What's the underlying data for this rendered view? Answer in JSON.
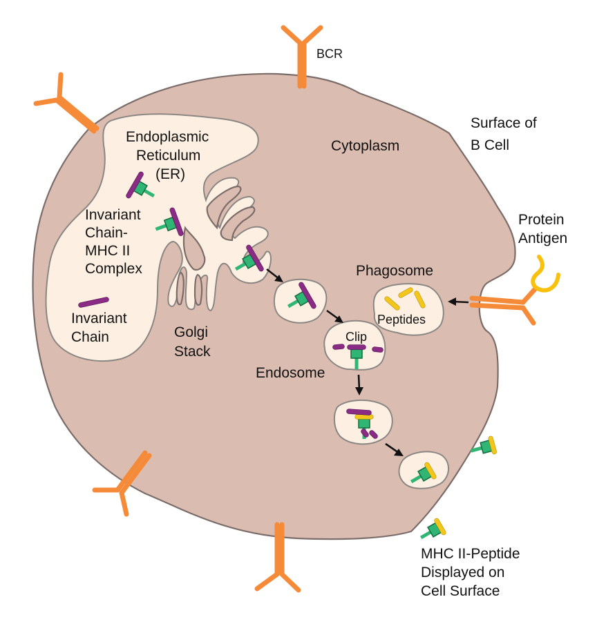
{
  "title": "MHC II antigen processing and presentation in a B cell",
  "labels": {
    "bcr": "BCR",
    "cytoplasm": "Cytoplasm",
    "surface_line1": "Surface of",
    "surface_line2": "B Cell",
    "er_line1": "Endoplasmic",
    "er_line2": "Reticulum",
    "er_line3": "(ER)",
    "complex_line1": "Invariant",
    "complex_line2": "Chain-",
    "complex_line3": "MHC II",
    "complex_line4": "Complex",
    "ichain_line1": "Invariant",
    "ichain_line2": "Chain",
    "golgi_line1": "Golgi",
    "golgi_line2": "Stack",
    "protein_line1": "Protein",
    "protein_line2": "Antigen",
    "phagosome": "Phagosome",
    "peptides": "Peptides",
    "clip": "Clip",
    "endosome": "Endosome",
    "display_line1": "MHC II-Peptide",
    "display_line2": "Displayed on",
    "display_line3": "Cell Surface"
  },
  "colors": {
    "cytoplasm": "#dbbcb0",
    "membrane": "#7a6c69",
    "organelle": "#fdf0e2",
    "bcr": "#f58a38",
    "invariant_chain": "#8a2b86",
    "mhc_ii": "#2fb574",
    "peptide": "#f3c61b",
    "protein_antigen": "#f9c10e"
  },
  "components": [
    "B cell receptor (BCR)",
    "Endoplasmic reticulum",
    "Golgi stack",
    "Invariant chain",
    "Invariant chain-MHC II complex",
    "Phagosome",
    "Endosome",
    "Clip",
    "Peptides",
    "MHC II-peptide complex"
  ]
}
